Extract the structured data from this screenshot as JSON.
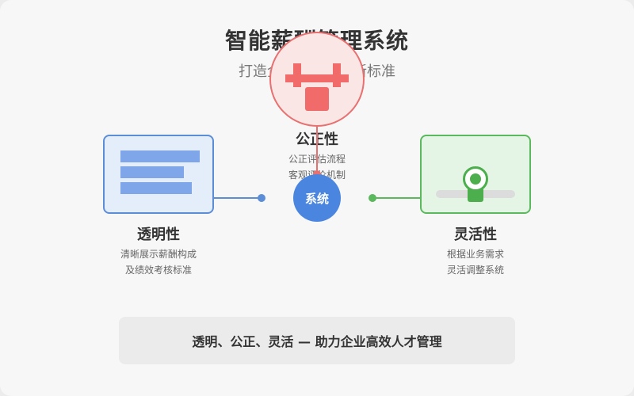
{
  "header": {
    "title": "智能薪酬管理系统",
    "subtitle": "打造企业薪酬管理新标准"
  },
  "center": {
    "label": "系统"
  },
  "pillars": [
    {
      "heading": "透明性",
      "desc_line1": "清晰展示薪酬构成",
      "desc_line2": "及绩效考核标准",
      "color": "#5b8ed6",
      "icon": "document-lines-icon"
    },
    {
      "heading": "公正性",
      "desc_line1": "公正评估流程",
      "desc_line2": "客观评价机制",
      "color": "#e87070",
      "icon": "balance-scale-icon"
    },
    {
      "heading": "灵活性",
      "desc_line1": "根据业务需求",
      "desc_line2": "灵活调整系统",
      "color": "#5cb85c",
      "icon": "slider-icon"
    }
  ],
  "footer": {
    "tagline": "透明、公正、灵活 — 助力企业高效人才管理"
  }
}
